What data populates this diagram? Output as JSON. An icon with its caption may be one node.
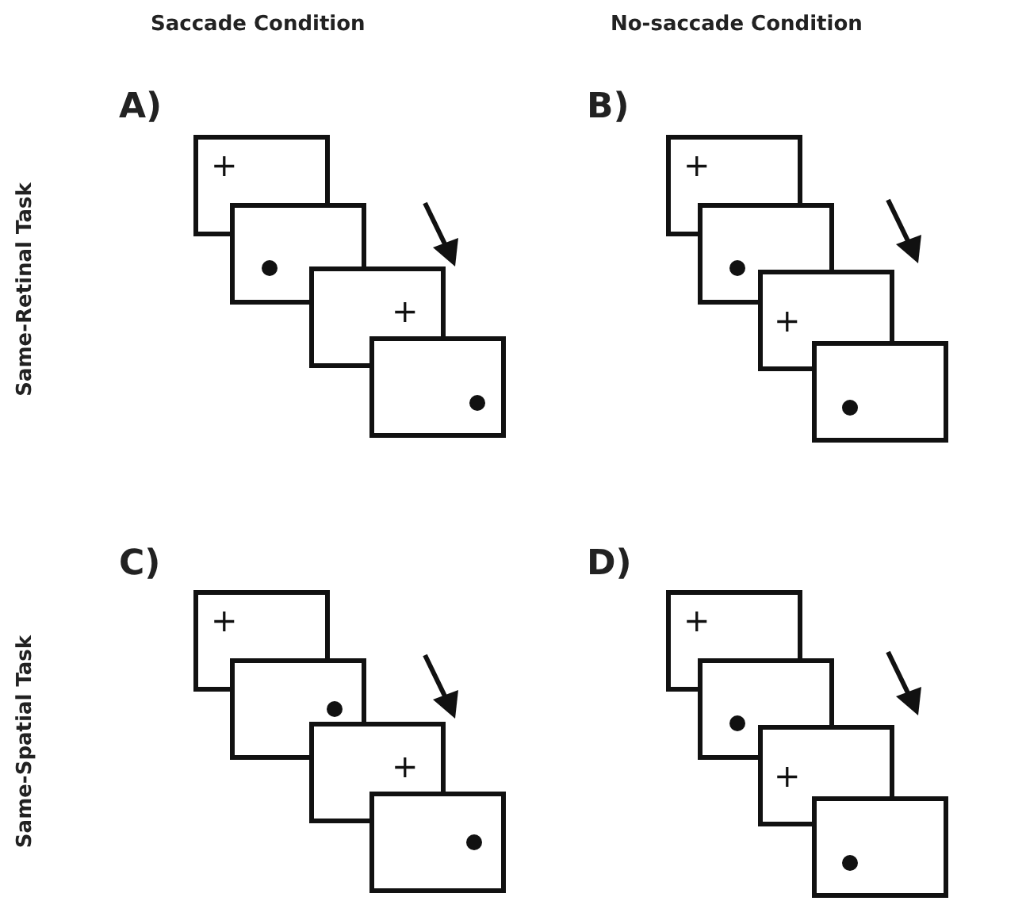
{
  "diagram": {
    "nodes": [
      {
        "text": [
          "+"
        ]
      },
      {
        "text": [],
        "shape": "box"
      },
      {
        "text": [
          "+"
        ]
      },
      {
        "text": [],
        "shape": "box"
      },
      {
        "text": [
          "+"
        ]
      },
      {
        "text": [],
        "shape": "box"
      },
      {
        "text": [
          "+"
        ]
      },
      {
        "text": [],
        "shape": "box"
      },
      {
        "text": [
          "+"
        ]
      },
      {
        "text": [],
        "shape": "box"
      },
      {
        "text": [
          "+"
        ]
      },
      {
        "text": [],
        "shape": "box"
      },
      {
        "text": [
          "+"
        ]
      },
      {
        "text": [],
        "shape": "box"
      },
      {
        "text": [
          "+"
        ]
      },
      {
        "text": [],
        "shape": "box"
      }
    ],
    "labels": [
      "Saccade Condition",
      "No-saccade Condition",
      "A)",
      "B)",
      "Same-Retinal Task",
      "C)",
      "D)",
      "Same-Spatial Task"
    ]
  }
}
